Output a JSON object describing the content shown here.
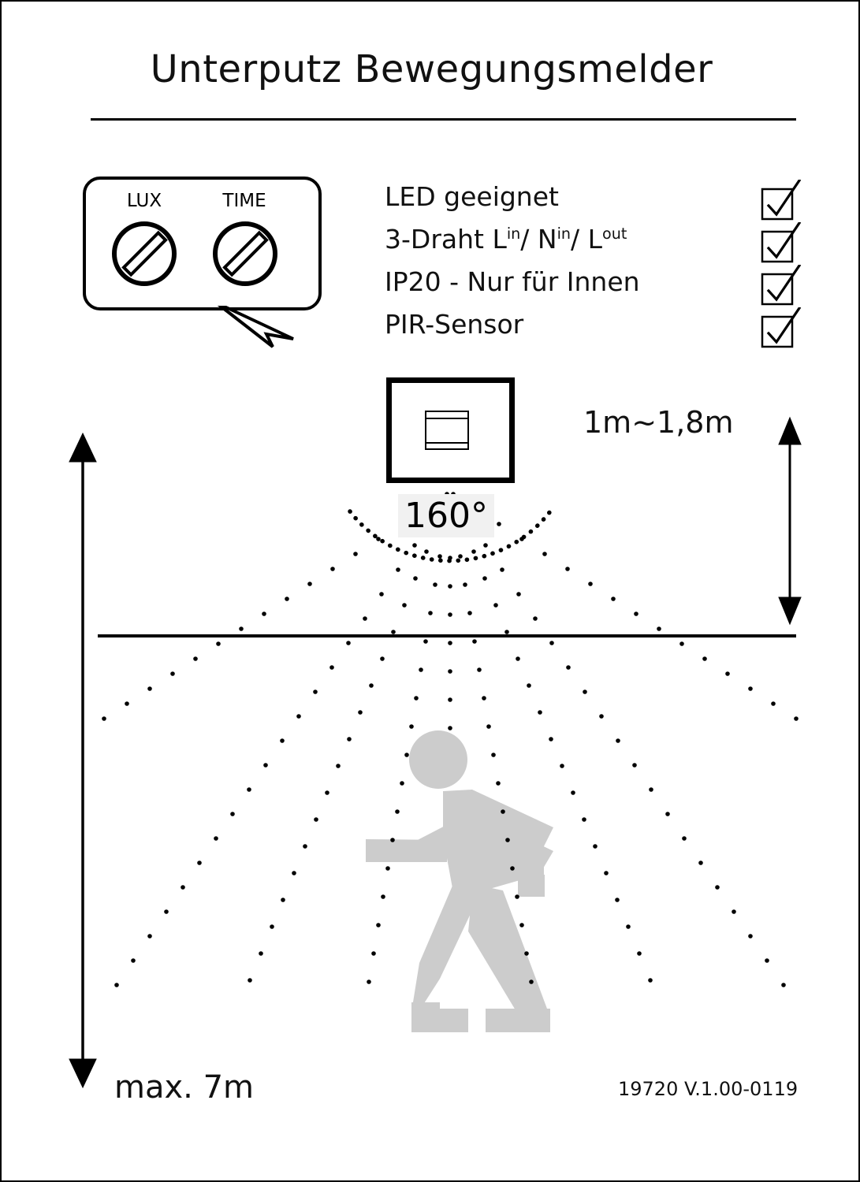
{
  "page": {
    "title": "Unterputz Bewegungsmelder",
    "version_code": "19720 V.1.00-0119",
    "background_color": "#ffffff",
    "ink_color": "#000000",
    "figure_gray": "#cccccc"
  },
  "callout": {
    "dials": [
      {
        "label": "LUX",
        "icon": "rotary-dial-icon"
      },
      {
        "label": "TIME",
        "icon": "rotary-dial-icon"
      }
    ]
  },
  "features": [
    {
      "text": "LED geeignet",
      "checked": true
    },
    {
      "text": "3-Draht L",
      "sup1": "in",
      "mid1": "/ N",
      "sup2": "in",
      "mid2": "/ L",
      "sup3": "out",
      "checked": true
    },
    {
      "text": "IP20 - Nur für Innen",
      "checked": true
    },
    {
      "text": "PIR-Sensor",
      "checked": true
    }
  ],
  "diagram": {
    "sensor_label": "pir-sensor-device",
    "detection_angle": "160°",
    "mounting_height": "1m~1,8m",
    "detection_range": "max. 7m",
    "person_icon": "walking-person-icon",
    "ground_line": "wall-ground-line"
  }
}
